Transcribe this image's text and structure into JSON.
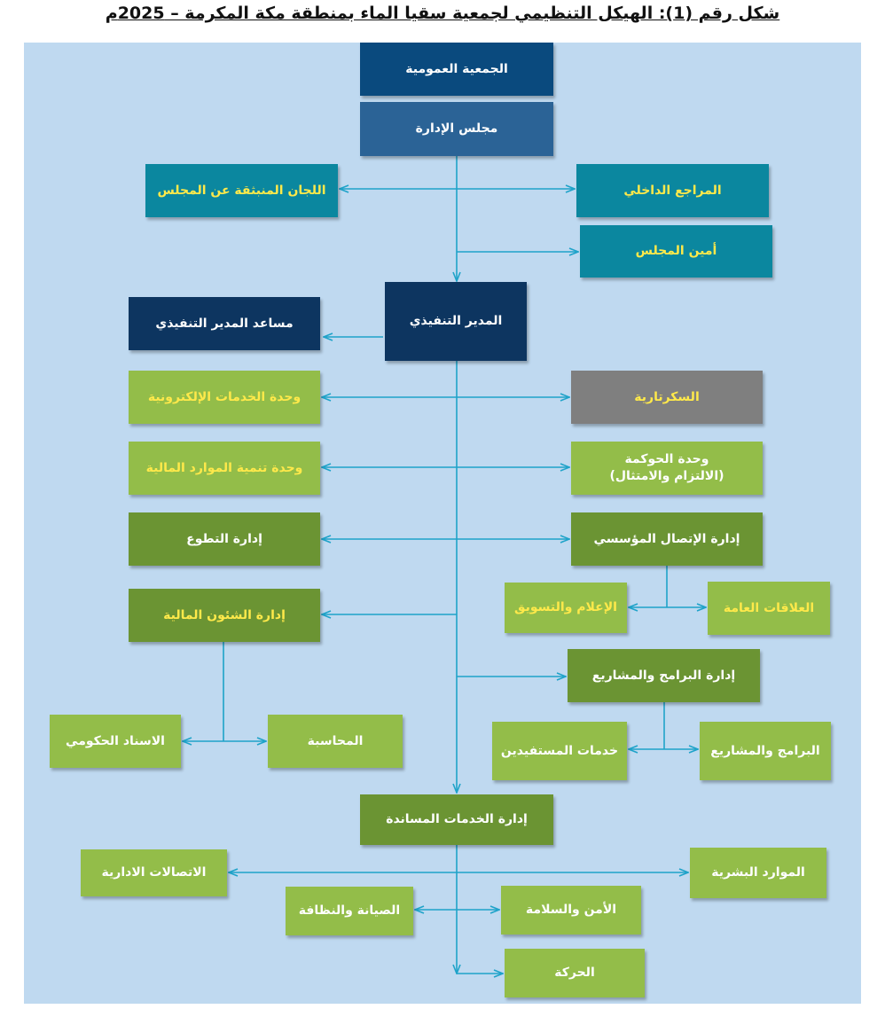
{
  "title": "شكل رقم (1): الهيكل التنظيمي لجمعية سقيا الماء بمنطقة مكة المكرمة – 2025م",
  "boxes": {
    "general_assembly": "الجمعية العمومية",
    "board": "مجلس الإدارة",
    "committees": "اللجان المنبثقة عن المجلس",
    "internal_auditor": "المراجع الداخلي",
    "board_secretary": "أمين المجلس",
    "executive_director": "المدير التنفيذي",
    "assistant_director": "مساعد المدير التنفيذي",
    "e_services": "وحدة الخدمات الإلكترونية",
    "secretariat": "السكرتارية",
    "financial_dev": "وحدة تنمية الموارد المالية",
    "governance_l1": "وحدة الحوكمة",
    "governance_l2": "(الالتزام والامتثال)",
    "volunteering": "إدارة التطوع",
    "corporate_comm": "إدارة الإتصال المؤسسي",
    "financial_affairs": "إدارة الشئون المالية",
    "media_marketing": "الإعلام والتسويق",
    "public_relations": "العلاقات العامة",
    "programs_mgmt": "إدارة البرامج والمشاريع",
    "gov_support": "الاسناد الحكومي",
    "accounting": "المحاسبة",
    "beneficiary_services": "خدمات المستفيدين",
    "programs_projects": "البرامج والمشاريع",
    "support_services": "إدارة الخدمات المساندة",
    "admin_comm": "الاتصالات الادارية",
    "hr": "الموارد البشرية",
    "maintenance": "الصيانة والنظافة",
    "safety": "الأمن والسلامة",
    "transport": "الحركة"
  }
}
